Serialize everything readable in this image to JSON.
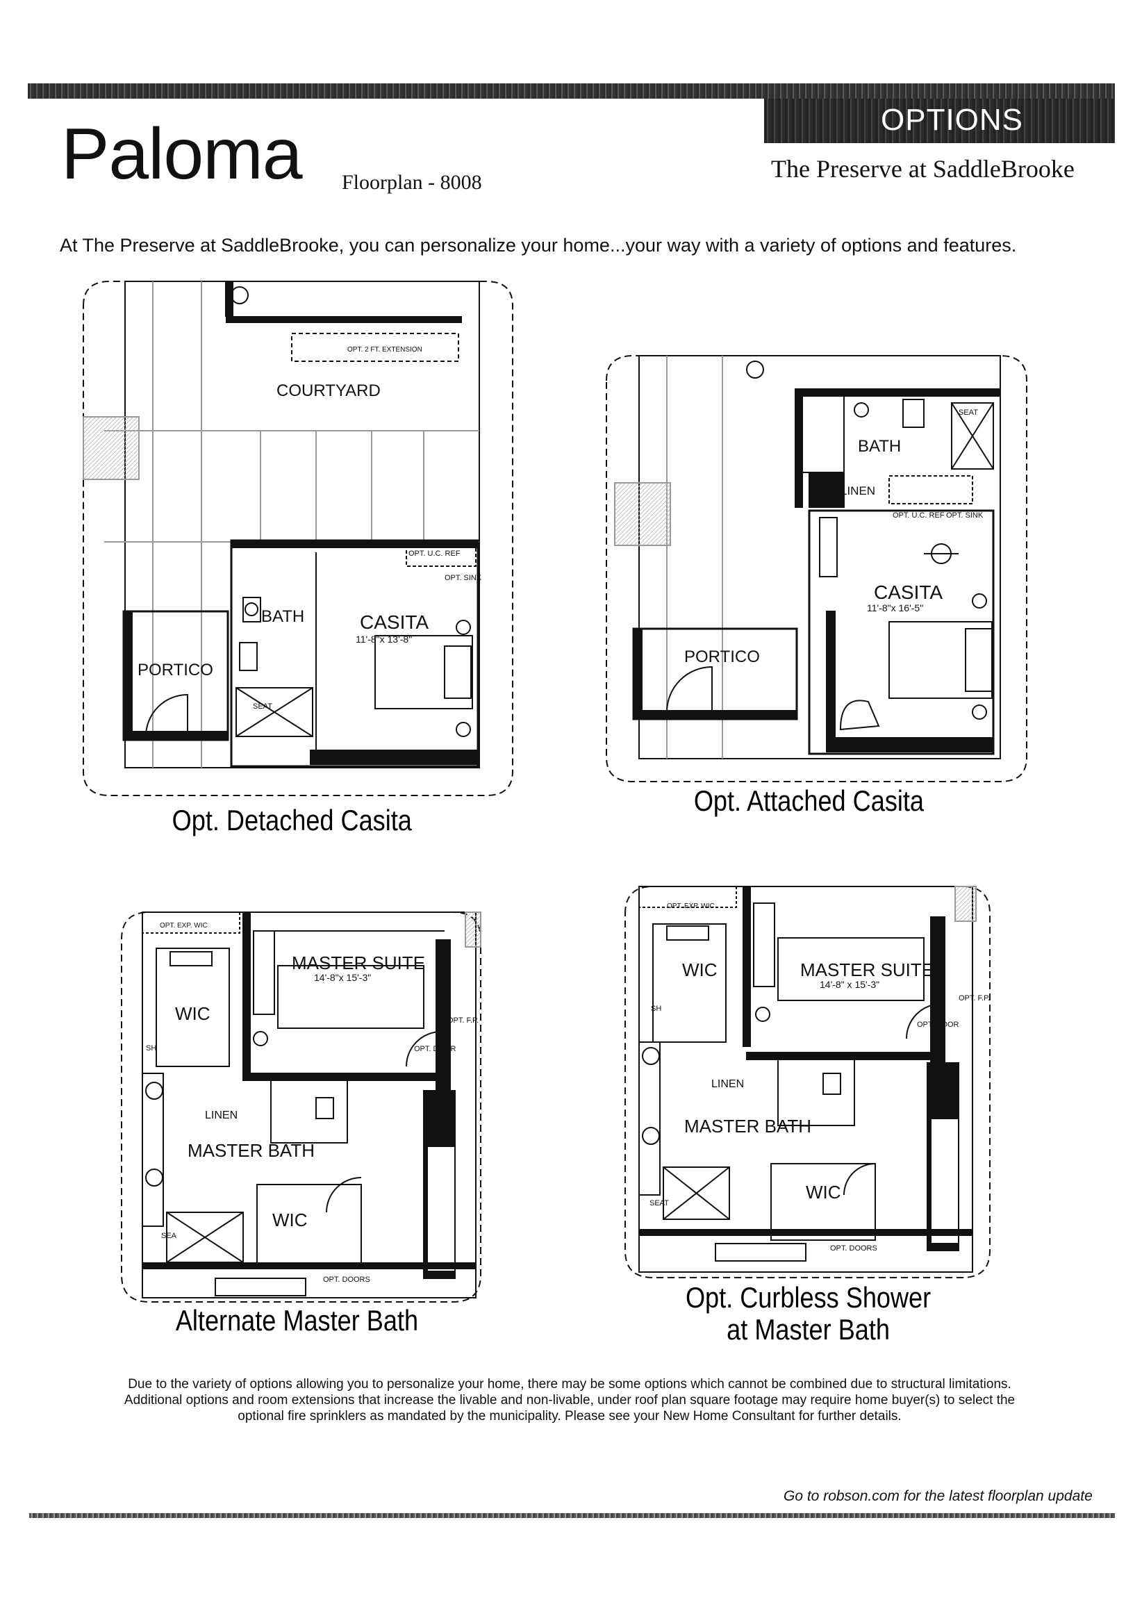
{
  "header": {
    "badge": "OPTIONS",
    "title": "Paloma",
    "floorplan": "Floorplan - 8008",
    "community": "The Preserve at SaddleBrooke"
  },
  "intro": "At The Preserve at SaddleBrooke, you can personalize your home...your way with a variety of options and features.",
  "plans": {
    "detached": {
      "caption": "Opt. Detached Casita",
      "labels": {
        "extension": "OPT. 2 FT. EXTENSION",
        "courtyard": "COURTYARD",
        "bath": "BATH",
        "casita": "CASITA",
        "casita_dims": "11'-8\"x 13'-8\"",
        "portico": "PORTICO",
        "ref": "OPT. U.C. REF",
        "sink": "OPT. SINK",
        "seat": "SEAT"
      }
    },
    "attached": {
      "caption": "Opt. Attached Casita",
      "labels": {
        "bath": "BATH",
        "seat": "SEAT",
        "linen": "LINEN",
        "ref": "OPT. U.C. REF",
        "sink": "OPT. SINK",
        "casita": "CASITA",
        "casita_dims": "11'-8\"x 16'-5\"",
        "portico": "PORTICO"
      }
    },
    "alternate": {
      "caption": "Alternate Master Bath",
      "labels": {
        "wic_exp": "OPT. EXP. WIC",
        "master_suite": "MASTER SUITE",
        "master_dims": "14'-8\"x 15'-3\"",
        "wic": "WIC",
        "sh": "SH",
        "fp": "OPT. F.P.",
        "door": "OPT. DOOR",
        "linen": "LINEN",
        "master_bath": "MASTER BATH",
        "wic2": "WIC",
        "seat": "SEA",
        "doors": "OPT. DOORS"
      }
    },
    "curbless": {
      "caption_line1": "Opt. Curbless Shower",
      "caption_line2": "at Master Bath",
      "labels": {
        "wic_exp": "OPT. EXP. WIC",
        "wic": "WIC",
        "master_suite": "MASTER SUITE",
        "master_dims": "14'-8\" x 15'-3\"",
        "sh": "SH",
        "fp": "OPT. F.P.",
        "door": "OPT. DOOR",
        "linen": "LINEN",
        "master_bath": "MASTER BATH",
        "seat": "SEAT",
        "wic2": "WIC",
        "doors": "OPT. DOORS"
      }
    }
  },
  "disclaimer": "Due to the variety of options allowing you to personalize your home, there may be some options which cannot be combined due to structural limitations. Additional options and room extensions that increase the livable and non-livable, under roof plan square footage may require home buyer(s) to select the optional fire sprinklers as mandated by the municipality. Please see your New Home Consultant for further details.",
  "footer_note": "Go to robson.com for the latest floorplan update"
}
